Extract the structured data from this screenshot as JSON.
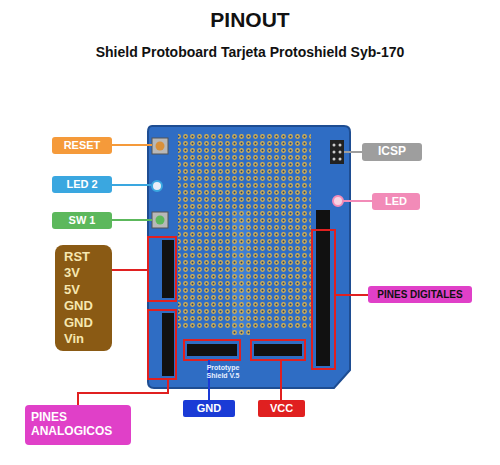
{
  "diagram": {
    "title": "PINOUT",
    "nodes": [
      {
        "text": [
          "RESET"
        ]
      },
      {
        "text": [
          "ICSP"
        ]
      },
      {
        "text": [
          "LED 2"
        ]
      },
      {
        "text": [
          "LED"
        ]
      },
      {
        "text": [
          "SW 1"
        ]
      },
      {
        "text": [
          "RST 3V 5V GND GND Vin"
        ]
      },
      {
        "text": [
          "PINES DIGITALES"
        ]
      },
      {
        "text": [
          "PINES ANALOGICOS"
        ]
      },
      {
        "text": [
          "GND"
        ]
      },
      {
        "text": [
          "VCC"
        ]
      }
    ],
    "labels": [
      "Shield Protoboard Tarjeta Protoshield Syb-170",
      "Prototype Shield V.5"
    ]
  }
}
